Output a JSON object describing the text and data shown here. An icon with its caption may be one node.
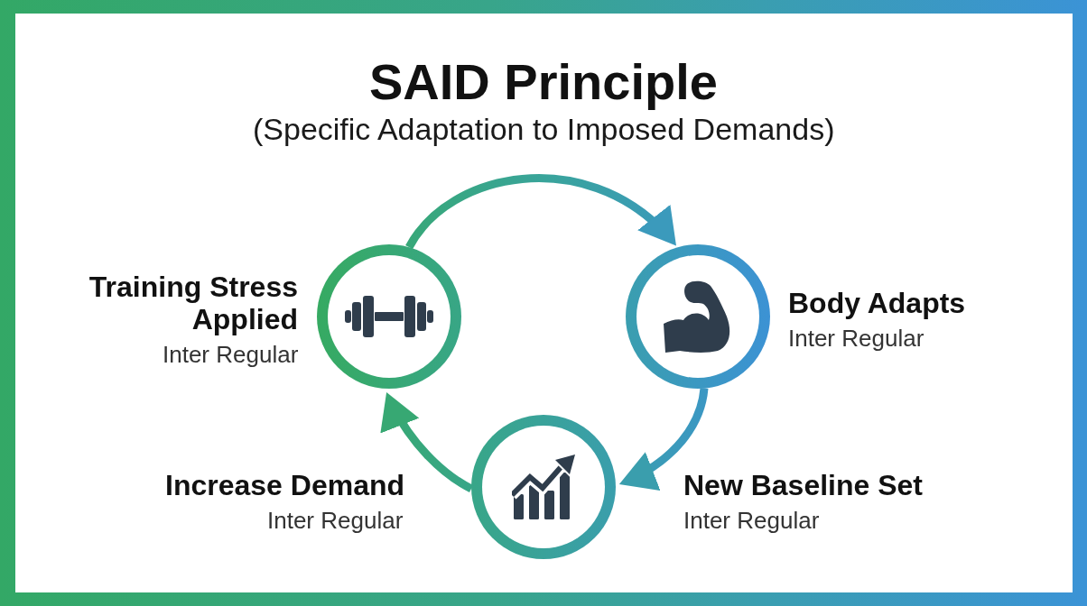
{
  "diagram": {
    "title": "SAID Principle",
    "nodes": [
      {
        "text": [
          "Training Stress Applied",
          "Inter Regular"
        ]
      },
      {
        "text": [
          "Body Adapts",
          "Inter Regular"
        ]
      },
      {
        "text": [
          "New Baseline Set",
          "Inter Regular",
          "Increase Demand",
          "Inter Regular"
        ]
      }
    ],
    "edges": [
      {
        "from": 0,
        "to": 1,
        "arrow": "to"
      },
      {
        "from": 1,
        "to": 2,
        "arrow": "to"
      },
      {
        "from": 2,
        "to": 0,
        "arrow": "to"
      }
    ],
    "labels": [
      "(Specific Adaptation to Imposed Demands)"
    ]
  }
}
